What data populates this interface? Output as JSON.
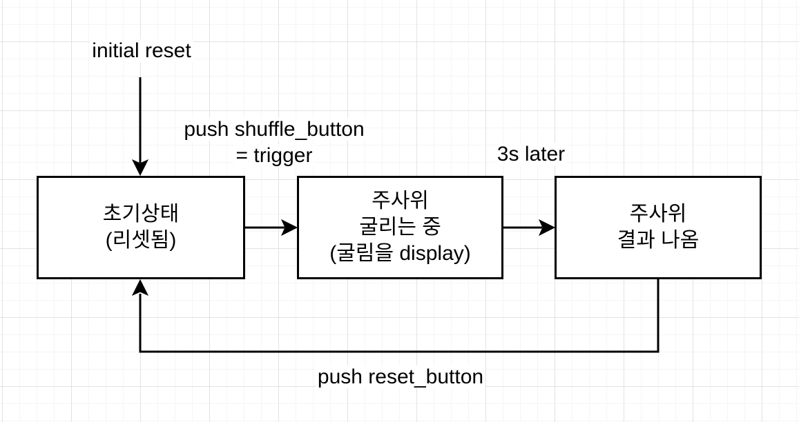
{
  "canvas": {
    "background_color": "#ffffff",
    "grid_minor_color": "#f5f5f5",
    "grid_major_color": "#e2e2e2",
    "stroke_color": "#000000",
    "node_fill_color": "#ffffff",
    "text_color": "#000000"
  },
  "nodes": {
    "initial_state": {
      "line1": "초기상태",
      "line2": "(리셋됨)"
    },
    "rolling": {
      "line1": "주사위",
      "line2": "굴리는 중",
      "line3": "(굴림을 display)"
    },
    "result": {
      "line1": "주사위",
      "line2": "결과 나옴"
    }
  },
  "edge_labels": {
    "initial_reset": "initial reset",
    "shuffle_line1": "push shuffle_button",
    "shuffle_line2": "= trigger",
    "timer": "3s later",
    "reset": "push reset_button"
  }
}
